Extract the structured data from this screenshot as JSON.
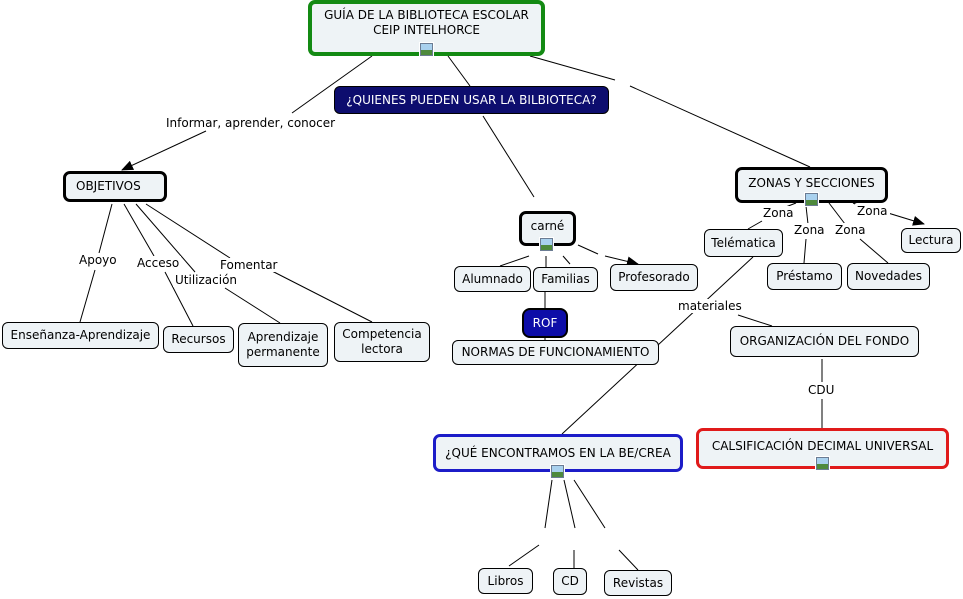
{
  "nodes": {
    "guia_title": "GUÍA DE LA BIBLIOTECA ESCOLAR CEIP INTELHORCE",
    "quienes": "¿QUIENES PUEDEN USAR LA BILBIOTECA?",
    "objetivos": "OBJETIVOS",
    "carne": "carné",
    "zonas": "ZONAS Y SECCIONES",
    "alumnado": "Alumnado",
    "familias": "Familias",
    "profesorado": "Profesorado",
    "rof": "ROF",
    "normas": "NORMAS DE FUNCIONAMIENTO",
    "telematica": "Telématica",
    "lectura": "Lectura",
    "prestamo": "Préstamo",
    "novedades": "Novedades",
    "ensenanza": "Enseñanza-Aprendizaje",
    "recursos": "Recursos",
    "aprendizaje_permanente": "Aprendizaje permanente",
    "competencia_lectora": "Competencia lectora",
    "organizacion": "ORGANIZACIÓN DEL FONDO",
    "que_encontramos": "¿QUÉ ENCONTRAMOS EN LA BE/CREA",
    "cdu_full": "CALSIFICACIÓN DECIMAL UNIVERSAL",
    "libros": "Libros",
    "cd": "CD",
    "revistas": "Revistas"
  },
  "labels": {
    "informar": "Informar, aprender, conocer",
    "apoyo": "Apoyo",
    "acceso": "Acceso",
    "utilizacion": "Utilización",
    "fomentar": "Fomentar",
    "zona1": "Zona",
    "zona2": "Zona",
    "zona3": "Zona",
    "zona4": "Zona",
    "materiales": "materiales",
    "cdu": "CDU"
  },
  "icons": [
    "image-icon"
  ],
  "colors": {
    "node_fill": "#eef3f6",
    "root_border": "#138a13",
    "blue_border": "#1c1cc8",
    "red_border": "#e01a1a",
    "navy_fill": "#0d0d6e",
    "rof_fill": "#0d0da8"
  }
}
